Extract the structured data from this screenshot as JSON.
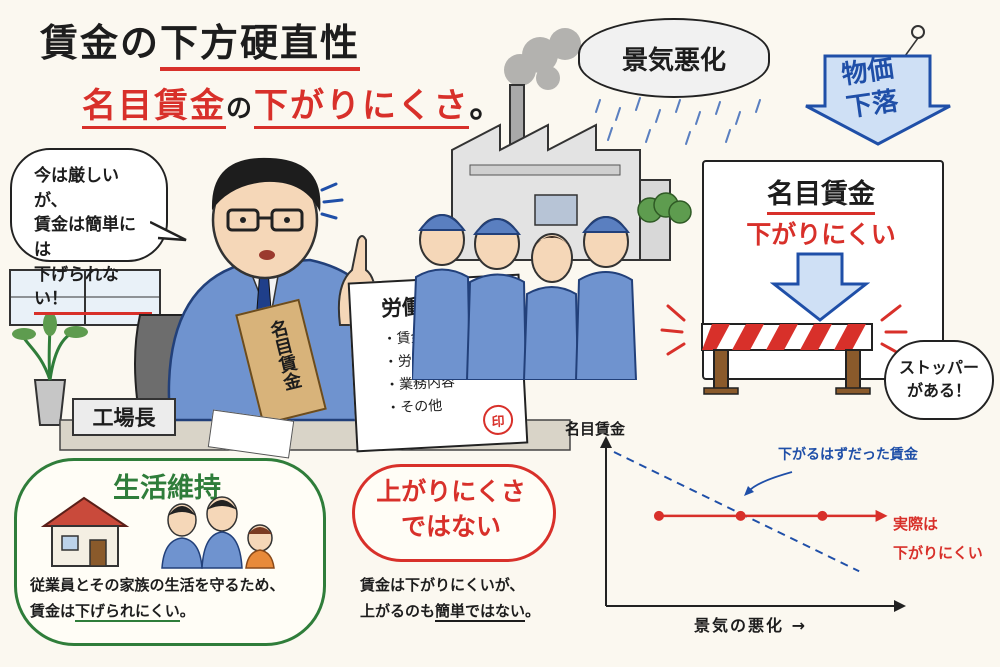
{
  "title": {
    "main_pre": "賃金の",
    "main_rest": "下方硬直性",
    "sub_a": "名目賃金",
    "sub_b": "の",
    "sub_c": "下がりにくさ",
    "sub_d": "。"
  },
  "cloud": {
    "text": "景気悪化"
  },
  "price_tag": {
    "line1": "物価",
    "line2": "下落"
  },
  "manager_speech": {
    "line1": "今は厳しいが、",
    "line2": "賃金は簡単には",
    "line3": "下げられない！"
  },
  "nameplate": {
    "text": "工場長"
  },
  "envelope": {
    "text": "名目賃金"
  },
  "contract": {
    "title": "労働契約",
    "items": [
      "・賃金",
      "・労働時間",
      "・業務内容",
      "・その他"
    ],
    "seal": "印"
  },
  "sign": {
    "title": "名目賃金",
    "subtitle": "下がりにくい"
  },
  "stopper_bubble": {
    "line1": "ストッパー",
    "line2": "がある！"
  },
  "livelihood": {
    "title": "生活維持",
    "line1": "従業員とその家族の生活を守るため、",
    "line2_pre": "賃金は",
    "line2_u": "下げられにくい",
    "line2_post": "。"
  },
  "not_up": {
    "title1": "上がりにくさ",
    "title2": "ではない",
    "line1": "賃金は下がりにくいが、",
    "line2_pre": "上がるのも",
    "line2_u": "簡単ではない",
    "line2_post": "。"
  },
  "chart_data": {
    "type": "line",
    "ylabel": "名目賃金",
    "xlabel": "景気の悪化 →",
    "series": [
      {
        "name": "下がるはずだった賃金",
        "style": "dashed",
        "color": "#1f4fa8",
        "points": [
          [
            0,
            10
          ],
          [
            1,
            7.2
          ],
          [
            2,
            4.4
          ],
          [
            3,
            1.6
          ]
        ]
      },
      {
        "name": "実際は下がりにくい",
        "style": "solid",
        "color": "#d8302a",
        "points": [
          [
            0.55,
            5.5
          ],
          [
            1.55,
            5.5
          ],
          [
            2.55,
            5.5
          ],
          [
            3.25,
            5.5
          ]
        ]
      }
    ],
    "annotation_dashed": "下がるはずだった賃金",
    "annotation_solid_1": "実際は",
    "annotation_solid_2": "下がりにくい",
    "grid": false
  },
  "colors": {
    "accent_red": "#d8302a",
    "accent_green": "#2f7d3a",
    "accent_blue": "#1f4fa8",
    "uniform_blue": "#5a7fc0"
  }
}
